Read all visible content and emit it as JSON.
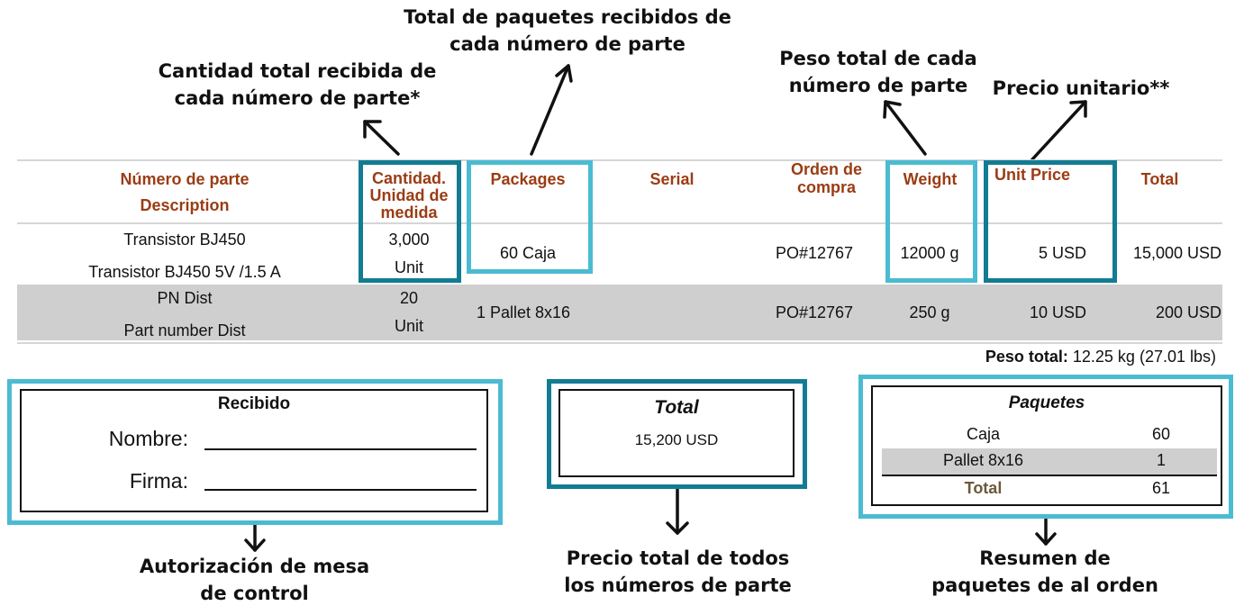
{
  "annotations": {
    "cantidad": "Cantidad total recibida de\ncada número de parte*",
    "paquetes": "Total de paquetes recibidos de\ncada número de parte",
    "peso": "Peso total de cada\nnúmero de parte",
    "precio": "Precio unitario**",
    "autorizacion": "Autorización de mesa\nde control",
    "precio_total": "Precio total de todos\nlos números de parte",
    "resumen": "Resumen de\npaquetes de al orden"
  },
  "table": {
    "headers": {
      "part_number": "Número de parte",
      "description": "Description",
      "quantity": "Cantidad.\nUnidad de\nmedida",
      "packages": "Packages",
      "serial": "Serial",
      "po": "Orden de\ncompra",
      "weight": "Weight",
      "unit_price": "Unit Price",
      "total": "Total"
    },
    "rows": [
      {
        "part": "Transistor BJ450",
        "description": "Transistor BJ450 5V /1.5 A",
        "qty": "3,000",
        "unit": "Unit",
        "packages": "60  Caja",
        "po": "PO#12767",
        "weight": "12000 g",
        "unit_price": "5  USD",
        "total": "15,000  USD"
      },
      {
        "part": "PN Dist",
        "description": "Part number Dist",
        "qty": "20",
        "unit": "Unit",
        "packages": "1  Pallet 8x16",
        "po": "PO#12767",
        "weight": "250 g",
        "unit_price": "10  USD",
        "total": "200  USD"
      }
    ]
  },
  "peso_total": {
    "label": "Peso total:",
    "value": "12.25 kg (27.01 lbs)"
  },
  "recibido": {
    "title": "Recibido",
    "nombre": "Nombre:",
    "firma": "Firma:"
  },
  "total_box": {
    "title": "Total",
    "value": "15,200  USD"
  },
  "paquetes_box": {
    "title": "Paquetes",
    "rows": [
      {
        "name": "Caja",
        "count": "60"
      },
      {
        "name": "Pallet 8x16",
        "count": "1"
      }
    ],
    "total_label": "Total",
    "total_value": "61"
  },
  "colors": {
    "dark_teal": "#127c93",
    "light_teal": "#4bbbd2",
    "header_brown": "#9b3c14",
    "row_gray": "#cfcfcf"
  }
}
